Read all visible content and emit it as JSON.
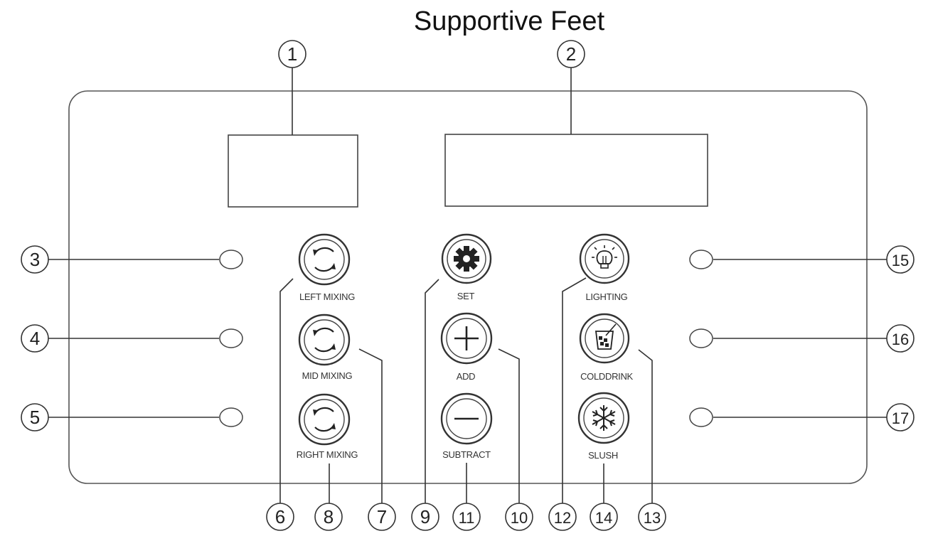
{
  "title": "Supportive  Feet",
  "callouts": [
    "1",
    "2",
    "3",
    "4",
    "5",
    "6",
    "7",
    "8",
    "9",
    "10",
    "11",
    "12",
    "13",
    "14",
    "15",
    "16",
    "17"
  ],
  "buttons": {
    "left_mixing": "LEFT MIXING",
    "mid_mixing": "MID MIXING",
    "right_mixing": "RIGHT MIXING",
    "set": "SET",
    "add": "ADD",
    "subtract": "SUBTRACT",
    "lighting": "LIGHTING",
    "colddrink": "COLDDRINK",
    "slush": "SLUSH"
  },
  "icons": {
    "left_mixing": "rotate-arrows-icon",
    "mid_mixing": "rotate-arrows-icon",
    "right_mixing": "rotate-arrows-icon",
    "set": "gear-icon",
    "add": "plus-icon",
    "subtract": "minus-icon",
    "lighting": "light-bulb-icon",
    "colddrink": "cold-drink-icon",
    "slush": "snowflake-icon"
  }
}
